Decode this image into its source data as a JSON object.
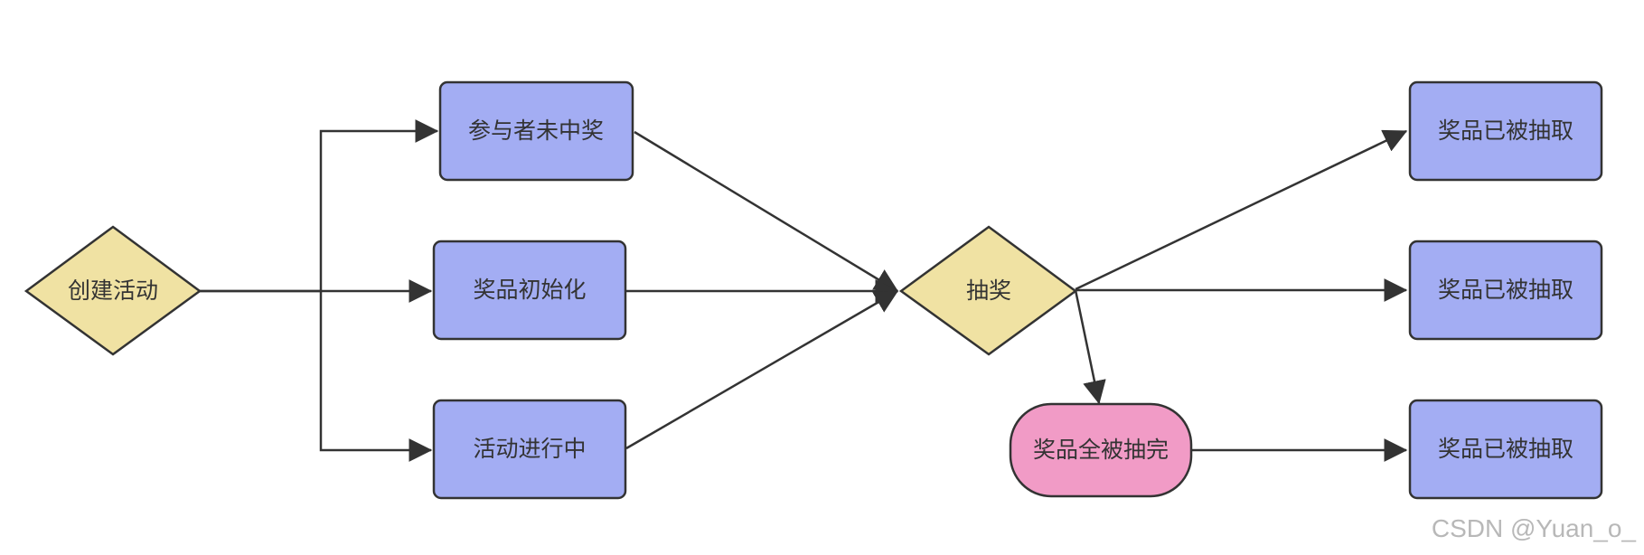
{
  "nodes": {
    "create_activity": "创建活动",
    "not_won": "参与者未中奖",
    "prize_init": "奖品初始化",
    "in_progress": "活动进行中",
    "lottery": "抽奖",
    "all_drawn": "奖品全被抽完",
    "drawn_1": "奖品已被抽取",
    "drawn_2": "奖品已被抽取",
    "drawn_3": "奖品已被抽取"
  },
  "colors": {
    "decision_fill": "#f0e2a3",
    "process_fill": "#a3adf3",
    "terminal_fill": "#f19bc6",
    "stroke": "#333333"
  },
  "watermark": "CSDN @Yuan_o_"
}
